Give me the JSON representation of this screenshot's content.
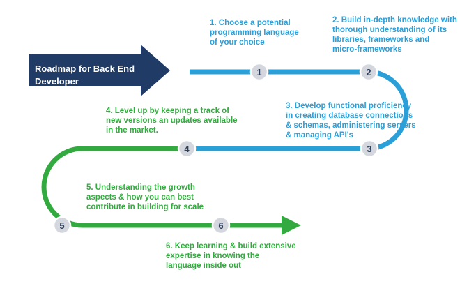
{
  "title": "Roadmap for Back End\nDeveloper",
  "colors": {
    "navy": "#1f3b66",
    "blue": "#2a9fd8",
    "green": "#33aa3f",
    "node_fill": "#d4d8de",
    "node_text": "#2c3e5a"
  },
  "steps": [
    {
      "num": "1",
      "text": "1. Choose a potential\nprogramming language\nof your choice",
      "color": "blue"
    },
    {
      "num": "2",
      "text": "2. Build in-depth knowledge with\nthorough understanding of its\nlibraries, frameworks and\nmicro-frameworks",
      "color": "blue"
    },
    {
      "num": "3",
      "text": "3. Develop functional proficiency\nin creating database connections\n& schemas, administering servers\n& managing API's",
      "color": "blue"
    },
    {
      "num": "4",
      "text": "4. Level up by keeping a track of\nnew versions an updates available\nin the market.",
      "color": "green"
    },
    {
      "num": "5",
      "text": "5. Understanding the growth\naspects & how you can best\ncontribute in building for scale",
      "color": "green"
    },
    {
      "num": "6",
      "text": "6. Keep learning & build extensive\nexpertise in knowing the\nlanguage inside out",
      "color": "green"
    }
  ]
}
